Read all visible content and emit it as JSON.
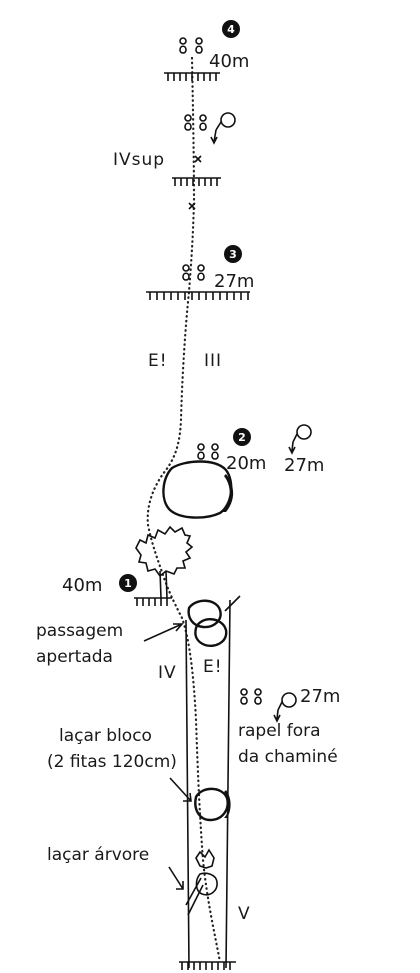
{
  "belays": [
    {
      "number": "4",
      "length": "40m"
    },
    {
      "number": "3",
      "length": "27m"
    },
    {
      "number": "2",
      "length": "20m"
    },
    {
      "number": "1",
      "length": "40m"
    }
  ],
  "grades": {
    "ivsup": "IVsup",
    "e_upper": "E!",
    "iii": "III",
    "iv": "IV",
    "e_lower": "E!",
    "v": "V"
  },
  "rappels": {
    "upper_length": "27m",
    "lower_length": "27m",
    "lower_note_line1": "rapel fora",
    "lower_note_line2": "da chaminé"
  },
  "notes": {
    "passagem_line1": "passagem",
    "passagem_line2": "apertada",
    "bloco_line1": "laçar bloco",
    "bloco_line2": "(2 fitas 120cm)",
    "arvore": "laçar árvore"
  },
  "icons": [
    "bolt-pair-icon",
    "rappel-ring-icon",
    "piton-icon",
    "tree-icon",
    "boulder-icon",
    "ledge-icon"
  ]
}
